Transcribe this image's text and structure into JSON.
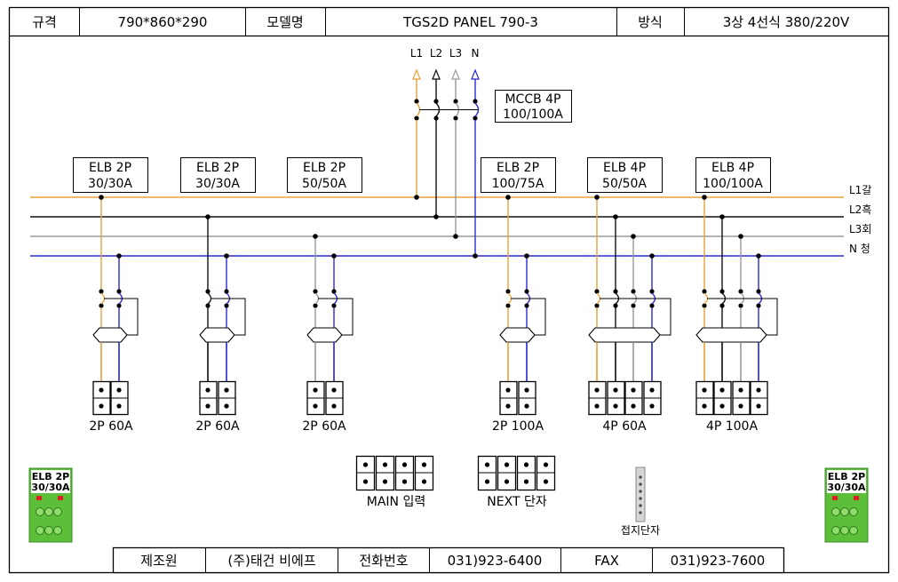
{
  "header": {
    "spec_label": "규격",
    "spec_value": "790*860*290",
    "model_label": "모델명",
    "model_value": "TGS2D PANEL 790-3",
    "method_label": "방식",
    "method_value": "3상 4선식 380/220V"
  },
  "inputs": {
    "l1": "L1",
    "l2": "L2",
    "l3": "L3",
    "n": "N"
  },
  "mccb": {
    "line1": "MCCB 4P",
    "line2": "100/100A"
  },
  "buses": {
    "l1": "L1갈",
    "l2": "L2흑",
    "l3": "L3회",
    "n": "N 청"
  },
  "breakers": [
    {
      "line1": "ELB 2P",
      "line2": "30/30A",
      "terminal": "2P 60A"
    },
    {
      "line1": "ELB 2P",
      "line2": "30/30A",
      "terminal": "2P 60A"
    },
    {
      "line1": "ELB 2P",
      "line2": "50/50A",
      "terminal": "2P 60A"
    },
    {
      "line1": "ELB 2P",
      "line2": "100/75A",
      "terminal": "2P 100A"
    },
    {
      "line1": "ELB 4P",
      "line2": "50/50A",
      "terminal": "4P 60A"
    },
    {
      "line1": "ELB 4P",
      "line2": "100/100A",
      "terminal": "4P 100A"
    }
  ],
  "blocks": {
    "main": "MAIN 입력",
    "next": "NEXT 단자",
    "ground": "접지단자"
  },
  "side_boards": {
    "line1": "ELB 2P",
    "line2": "30/30A"
  },
  "footer": {
    "maker_label": "제조원",
    "maker_value": "(주)태건 비에프",
    "phone_label": "전화번호",
    "phone_value": "031)923-6400",
    "fax_label": "FAX",
    "fax_value": "031)923-7600"
  },
  "colors": {
    "l1": "#e8a23c",
    "l2": "#111111",
    "l3": "#9a9a9a",
    "n": "#2a2ad0"
  }
}
